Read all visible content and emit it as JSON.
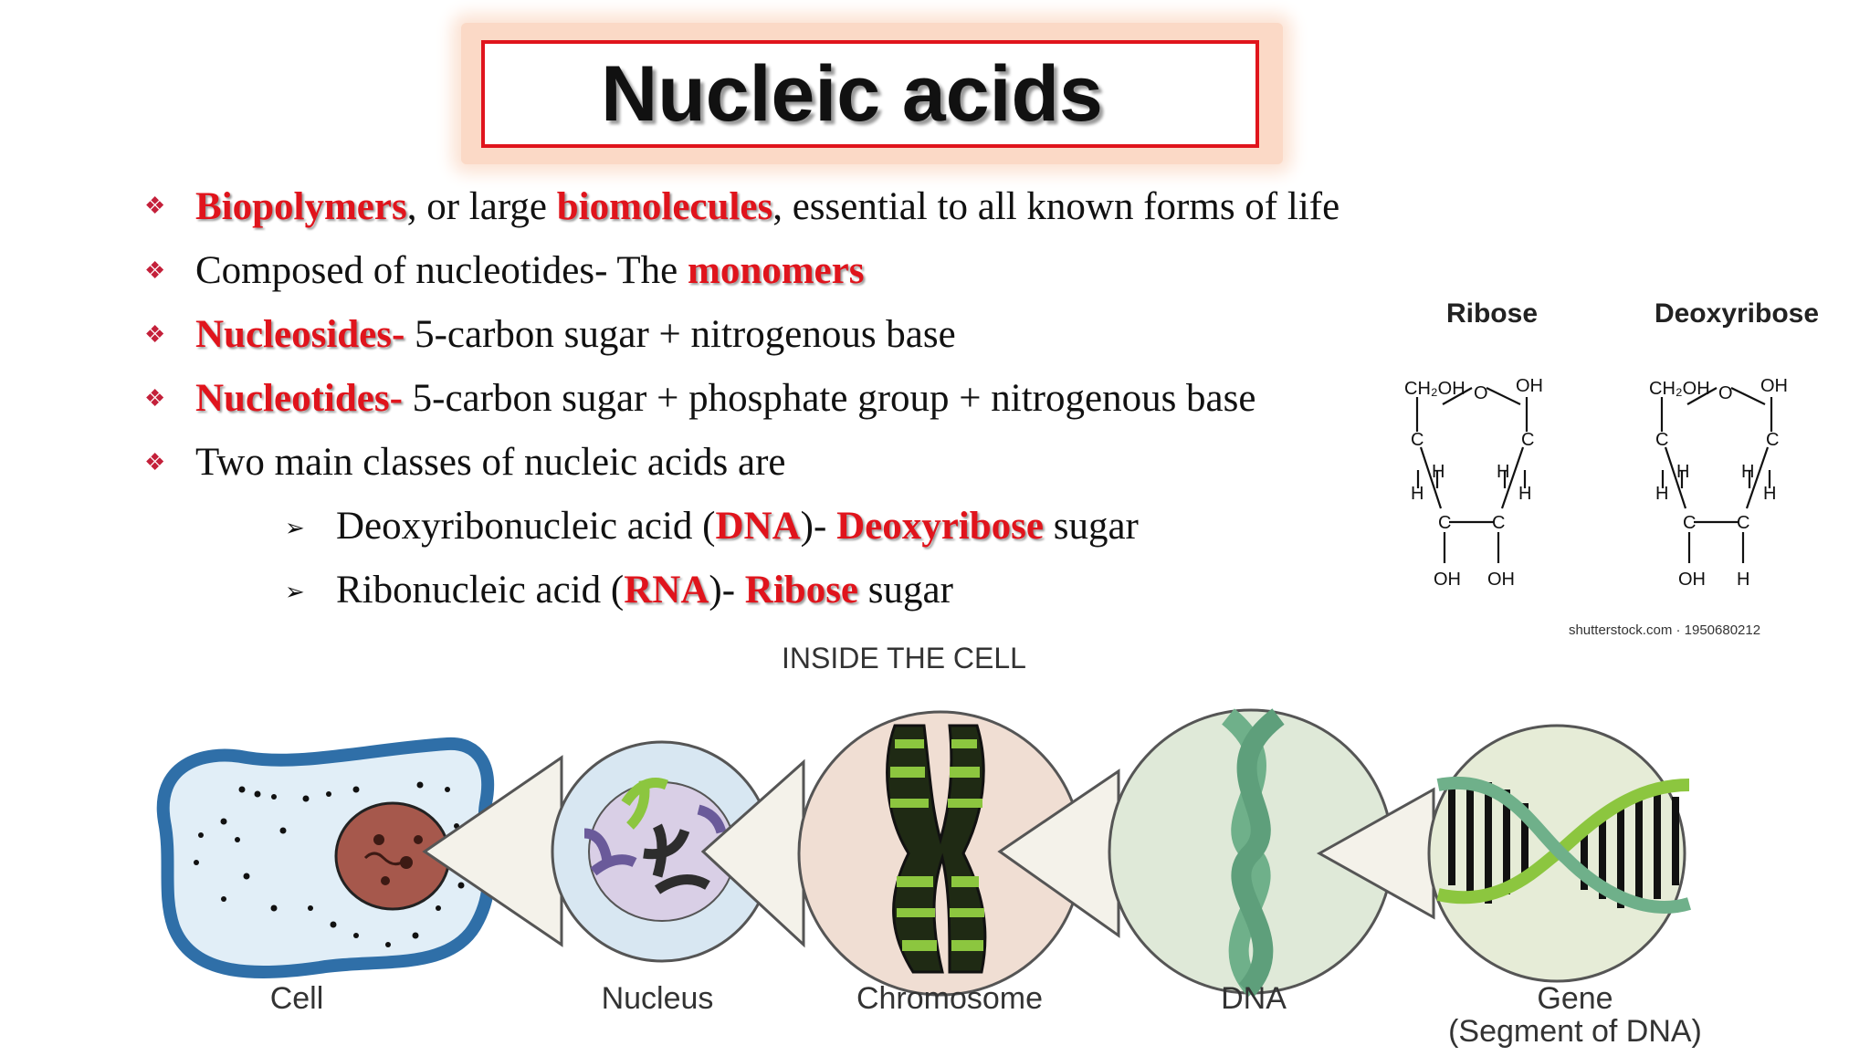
{
  "title": "Nucleic acids",
  "bullets": [
    {
      "parts": [
        {
          "text": "Biopolymers",
          "red": true
        },
        {
          "text": ", or large ",
          "red": false
        },
        {
          "text": "biomolecules",
          "red": true
        },
        {
          "text": ", essential to all known forms of life",
          "red": false
        }
      ]
    },
    {
      "parts": [
        {
          "text": "Composed of nucleotides- The ",
          "red": false
        },
        {
          "text": "monomers",
          "red": true
        }
      ]
    },
    {
      "parts": [
        {
          "text": "Nucleosides-",
          "red": true
        },
        {
          "text": "  5-carbon sugar + nitrogenous base",
          "red": false
        }
      ]
    },
    {
      "parts": [
        {
          "text": "Nucleotides-",
          "red": true
        },
        {
          "text": " 5-carbon sugar + phosphate group + nitrogenous base",
          "red": false
        }
      ]
    },
    {
      "parts": [
        {
          "text": "Two main classes of nucleic acids are",
          "red": false
        }
      ]
    }
  ],
  "sub_bullets": [
    {
      "parts": [
        {
          "text": "Deoxyribonucleic acid (",
          "red": false
        },
        {
          "text": "DNA",
          "red": true
        },
        {
          "text": ")- ",
          "red": false
        },
        {
          "text": "Deoxyribose",
          "red": true
        },
        {
          "text": " sugar",
          "red": false
        }
      ]
    },
    {
      "parts": [
        {
          "text": "Ribonucleic acid (",
          "red": false
        },
        {
          "text": "RNA",
          "red": true
        },
        {
          "text": ")-  ",
          "red": false
        },
        {
          "text": "Ribose",
          "red": true
        },
        {
          "text": " sugar",
          "red": false
        }
      ]
    }
  ],
  "sugar_figure": {
    "ribose_label": "Ribose",
    "deoxyribose_label": "Deoxyribose",
    "ch2oh": "CH₂OH",
    "oxygen": "O",
    "oh": "OH",
    "carbon": "C",
    "hydrogen": "H",
    "credit": "shutterstock.com · 1950680212"
  },
  "cell_diagram": {
    "title": "INSIDE THE CELL",
    "labels": {
      "cell": "Cell",
      "nucleus": "Nucleus",
      "chromosome": "Chromosome",
      "dna": "DNA",
      "gene": "Gene",
      "gene_sub": "(Segment of DNA)"
    }
  },
  "colors": {
    "accent_red": "#e0141c",
    "bullet_mark": "#c4203a",
    "cell_blue": "#2f6fa8",
    "dna_green": "#6fb08a",
    "chromosome_green": "#8cc63f"
  }
}
